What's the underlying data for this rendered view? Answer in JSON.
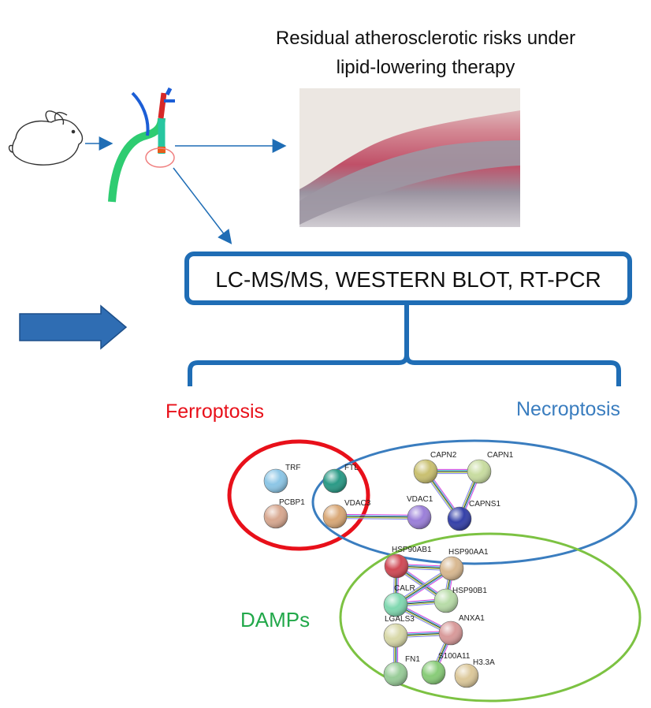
{
  "title": {
    "line1": "Residual atherosclerotic risks under",
    "line2": "lipid-lowering therapy"
  },
  "methods_box": {
    "text": "LC-MS/MS, WESTERN BLOT, RT-PCR"
  },
  "groups": {
    "ferroptosis": {
      "label": "Ferroptosis",
      "color": "#e8101a"
    },
    "necroptosis": {
      "label": "Necroptosis",
      "color": "#3a7dbf"
    },
    "damps": {
      "label": "DAMPs",
      "color": "#22a84a"
    }
  },
  "accent_color": "#1f6db5",
  "nodes": [
    {
      "id": "TRF",
      "label": "TRF",
      "color": "#8cc6e6"
    },
    {
      "id": "FTL",
      "label": "FTL",
      "color": "#2a9a86"
    },
    {
      "id": "PCBP1",
      "label": "PCBP1",
      "color": "#d8a890"
    },
    {
      "id": "VDAC3",
      "label": "VDAC3",
      "color": "#d9a877"
    },
    {
      "id": "VDAC1",
      "label": "VDAC1",
      "color": "#9b7fd9"
    },
    {
      "id": "CAPNS1",
      "label": "CAPNS1",
      "color": "#3440a8"
    },
    {
      "id": "CAPN2",
      "label": "CAPN2",
      "color": "#c9c070"
    },
    {
      "id": "CAPN1",
      "label": "CAPN1",
      "color": "#c8dca0"
    },
    {
      "id": "HSP90AB1",
      "label": "HSP90AB1",
      "color": "#d04a55"
    },
    {
      "id": "HSP90AA1",
      "label": "HSP90AA1",
      "color": "#d8b890"
    },
    {
      "id": "HSP90B1",
      "label": "HSP90B1",
      "color": "#b8dca8"
    },
    {
      "id": "CALR",
      "label": "CALR",
      "color": "#80d8b0"
    },
    {
      "id": "ANXA1",
      "label": "ANXA1",
      "color": "#d89a9a"
    },
    {
      "id": "LGALS3",
      "label": "LGALS3",
      "color": "#d8d8a8"
    },
    {
      "id": "FN1",
      "label": "FN1",
      "color": "#98cc98"
    },
    {
      "id": "S100A11",
      "label": "S100A11",
      "color": "#88cc78"
    },
    {
      "id": "H3.3A",
      "label": "H3.3A",
      "color": "#dcc89a"
    }
  ],
  "edges": [
    [
      "VDAC3",
      "VDAC1"
    ],
    [
      "CAPN2",
      "CAPN1"
    ],
    [
      "CAPN2",
      "CAPNS1"
    ],
    [
      "CAPN1",
      "CAPNS1"
    ],
    [
      "HSP90AB1",
      "HSP90AA1"
    ],
    [
      "HSP90AB1",
      "HSP90B1"
    ],
    [
      "HSP90AB1",
      "CALR"
    ],
    [
      "HSP90AA1",
      "HSP90B1"
    ],
    [
      "HSP90AA1",
      "CALR"
    ],
    [
      "CALR",
      "HSP90B1"
    ],
    [
      "CALR",
      "ANXA1"
    ],
    [
      "LGALS3",
      "ANXA1"
    ],
    [
      "LGALS3",
      "FN1"
    ],
    [
      "ANXA1",
      "S100A11"
    ]
  ]
}
